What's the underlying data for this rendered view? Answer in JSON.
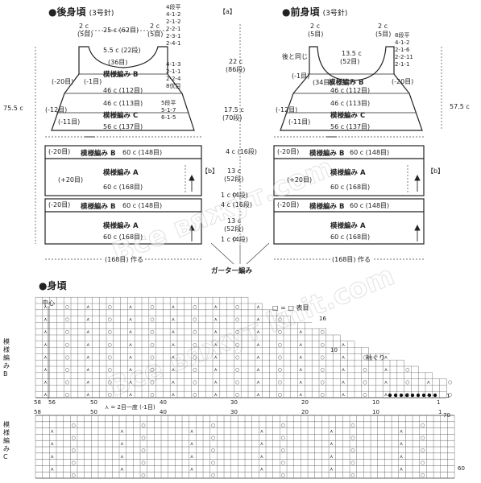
{
  "back": {
    "title": "●後身頃",
    "needle": "(3号針)",
    "neck_c": "2 c",
    "neck_st": "(5目)",
    "neck_c_r": "2 c",
    "neck_st_r": "(5目)",
    "top_width": "25 c (62目)",
    "dec_label": "4段平",
    "dec_rows": [
      "4-1-2",
      "2-1-2",
      "2-2-1",
      "2-3-1",
      "2-4-1"
    ],
    "neck_depth": "5.5 c",
    "neck_depth_rows": "(22段)",
    "inner_st": "(36目)",
    "pat_b": "模様編み B",
    "minus20": "(-20目)",
    "minus1": "(-1目)",
    "w112": "46 c (112目)",
    "w113": "46 c (113目)",
    "arm_rows": [
      "4-1-3",
      "2-1-1",
      "2-2-4",
      "8伏目"
    ],
    "side_label": "5段平",
    "side_rows": [
      "5-1-7",
      "6-1-5"
    ],
    "minus12": "(-12目)",
    "pat_c": "模様編み C",
    "minus11": "(-11目)",
    "w137": "56 c (137目)",
    "left_h": "75.5 c",
    "minus20b": "(-20目)",
    "patb2": "模様編み B",
    "w148": "60 c (148目)",
    "pat_a": "模様編み A",
    "plus20": "(+20目)",
    "w168": "60 c (168目)",
    "minus20c": "(-20目)",
    "patb3": "模様編み B",
    "w148b": "60 c (148目)",
    "pat_a2": "模様編み A",
    "w168b": "60 c (168目)",
    "cast": "(168目) 作る"
  },
  "center": {
    "a": "【a】",
    "b_left": "【b】",
    "b_right": "【b】",
    "h1": "22 c",
    "h1r": "(86段)",
    "h2": "17.5 c",
    "h2r": "(70段)",
    "h3": "4 c",
    "h3r": "(16段)",
    "h4": "13 c",
    "h4r": "(52段)",
    "h5": "1 c",
    "h5r": "(4段)",
    "h6": "4 c",
    "h6r": "(16段)",
    "h7": "13 c",
    "h7r": "(52段)",
    "h8": "1 c",
    "h8r": "(4段)",
    "garter": "ガーター編み"
  },
  "front": {
    "title": "●前身頃",
    "needle": "(3号針)",
    "neck_c": "2 c",
    "neck_st": "(5目)",
    "neck_c_r": "2 c",
    "neck_st_r": "(5目)",
    "dec_label": "8段平",
    "dec_rows": [
      "4-1-2",
      "2-1-6",
      "2-2-11",
      "2-1-1"
    ],
    "neck_w": "13.5 c",
    "neck_w_st": "(52目)",
    "same": "後と同じ",
    "minus1": "(-1目)",
    "inner_st": "(34目)",
    "pat_b": "模様編み B",
    "minus20": "(-20目)",
    "w112": "46 c (112目)",
    "w113": "46 c (113目)",
    "minus12": "(-12目)",
    "pat_c": "模様編み C",
    "minus11": "(-11目)",
    "w137": "56 c (137目)",
    "right_h": "57.5 c",
    "minus20b": "(-20目)",
    "patb2": "模様編み B",
    "w148": "60 c (148目)",
    "pat_a": "模様編み A",
    "plus20": "(+20目)",
    "w168": "60 c (168目)",
    "minus20c": "(-20目)",
    "patb3": "模様編み B",
    "w148b": "60 c (148目)",
    "pat_a2": "模様編み A",
    "w168b": "60 c (168目)",
    "cast": "(168目) 作る"
  },
  "chart": {
    "title": "●身頃",
    "legend": "□ = □ 表目",
    "center_label": "中心",
    "arm_label": "袖ぐり",
    "pat_b_label": "模様編み B",
    "pat_c_label": "模様編み C",
    "row16": "16",
    "row10": "10",
    "row1": "1",
    "row70": "70",
    "row60": "60",
    "col58": "58",
    "col56": "56",
    "col50": "50",
    "col40": "40",
    "col30": "30",
    "col20": "20",
    "col10": "10",
    "col1": "1",
    "col58b": "58",
    "col50b": "50",
    "col40b": "40",
    "col30b": "30",
    "col20b": "20",
    "col10b": "10",
    "col1b": "1",
    "dec_note": "⋏ = 2目一度 (-1目)"
  },
  "watermark": {
    "line1": "Все вяжут.com",
    "line2": "Bce вяжут knit.com"
  }
}
